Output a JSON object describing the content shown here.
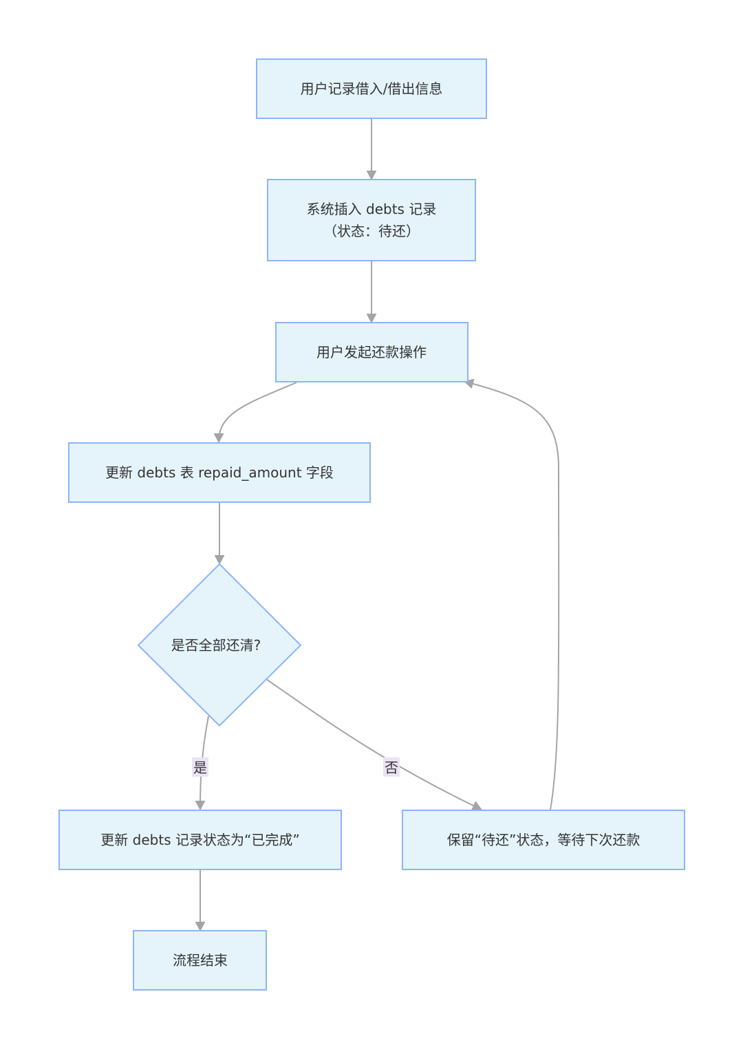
{
  "nodes": {
    "record_info": {
      "label": "用户记录借入/借出信息"
    },
    "insert_debt": {
      "line1": "系统插入 debts 记录",
      "line2": "（状态：待还）"
    },
    "repay_action": {
      "label": "用户发起还款操作"
    },
    "update_amount": {
      "label": "更新 debts 表 repaid_amount 字段"
    },
    "check_cleared": {
      "label": "是否全部还清?"
    },
    "mark_done": {
      "label": "更新 debts 记录状态为“已完成”"
    },
    "keep_pending": {
      "label": "保留“待还”状态，等待下次还款"
    },
    "end": {
      "label": "流程结束"
    }
  },
  "edges": {
    "yes_label": "是",
    "no_label": "否"
  },
  "colors": {
    "node_fill": "#e5f4fb",
    "node_stroke": "#8cb4f7",
    "edge": "#a4a4a4",
    "edge_label_bg": "#ece2f5",
    "text": "#333333"
  }
}
